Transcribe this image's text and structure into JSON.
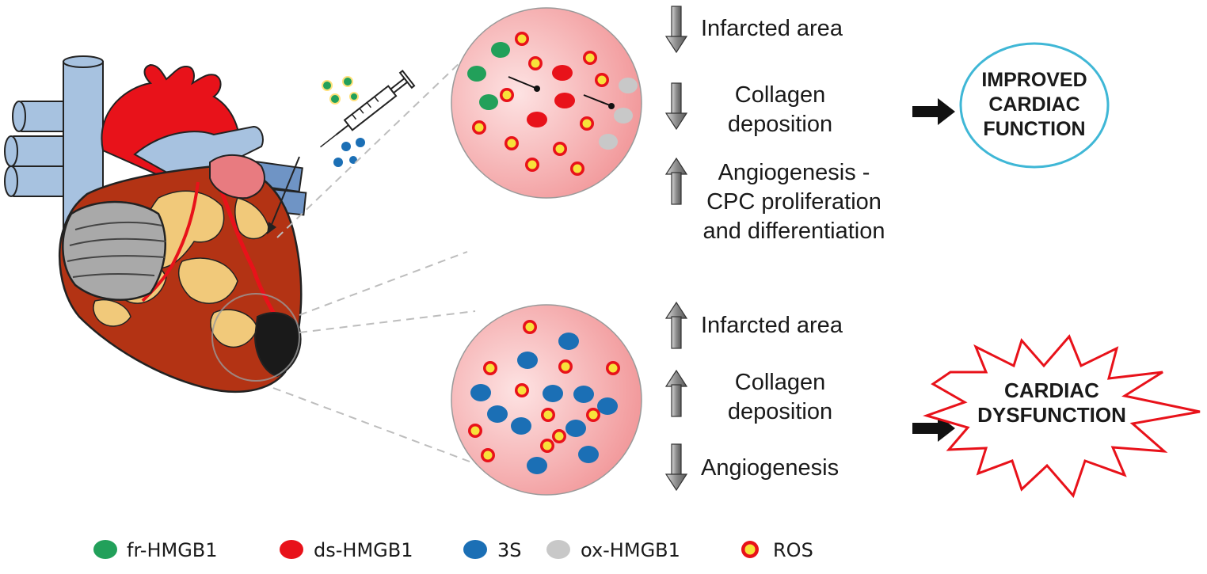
{
  "top_panel": {
    "effects": [
      {
        "direction": "down",
        "label": "Infarcted area"
      },
      {
        "direction": "down",
        "label": "Collagen\ndeposition"
      },
      {
        "direction": "up",
        "label": "Angiogenesis -\nCPC proliferation\nand differentiation"
      }
    ],
    "outcome": "IMPROVED\nCARDIAC\nFUNCTION"
  },
  "bottom_panel": {
    "effects": [
      {
        "direction": "up",
        "label": "Infarcted area"
      },
      {
        "direction": "up",
        "label": "Collagen\ndeposition"
      },
      {
        "direction": "down",
        "label": "Angiogenesis"
      }
    ],
    "outcome": "CARDIAC\nDYSFUNCTION"
  },
  "legend": [
    {
      "label": "fr-HMGB1",
      "color": "#22a05a"
    },
    {
      "label": "ds-HMGB1",
      "color": "#e8121a"
    },
    {
      "label": "3S",
      "color": "#1b6fb5"
    },
    {
      "label": "ox-HMGB1",
      "color": "#c8c8c8"
    },
    {
      "label": "ROS",
      "color": "#f7e23a",
      "ring": "#e8121a"
    }
  ],
  "colors": {
    "circle_fill": "#f6a9ab",
    "dashed_line": "#bdbdbd",
    "arrow_fill": "#8c8c8c",
    "improved_ring": "#3fb7d6",
    "dysfunction_star": "#e8121a"
  }
}
